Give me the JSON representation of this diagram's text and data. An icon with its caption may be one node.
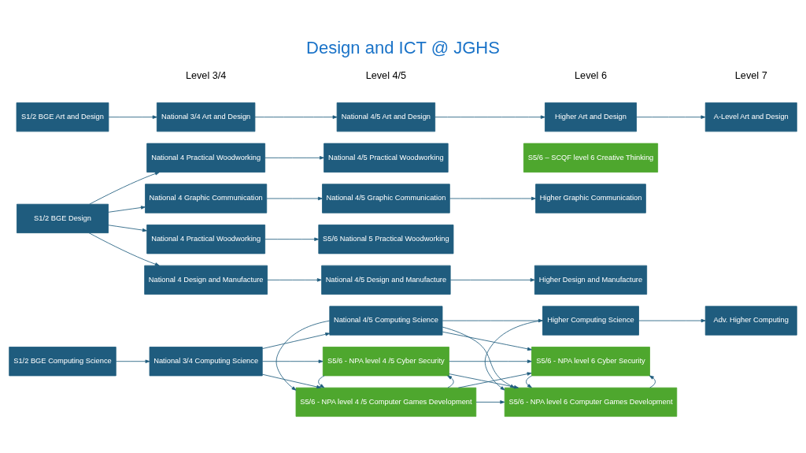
{
  "diagram": {
    "title": "Design and ICT @ JGHS",
    "nodes": [
      {
        "text": [
          "S1/2 BGE Computing Science"
        ]
      },
      {
        "text": [
          "National 3/4 Computing Science"
        ]
      },
      {
        "text": [
          "National 4/5 Computing Science"
        ]
      },
      {
        "text": [
          "Higher Computing Science"
        ]
      },
      {
        "text": [
          "Adv. Higher Computing"
        ]
      },
      {
        "text": [
          "S5/6 - NPA level 4 /5 Computer Games Development"
        ]
      },
      {
        "text": [
          "S5/6 - NPA level 6 Computer Games Development"
        ]
      },
      {
        "text": [
          "S5/6 - NPA level 4 /5 Cyber Security"
        ]
      },
      {
        "text": [
          "S5/6 - NPA level 6 Cyber Security"
        ]
      },
      {
        "text": [
          "S1/2 BGE Design"
        ]
      },
      {
        "text": [
          "National 4 Practical Woodworking"
        ]
      },
      {
        "text": [
          "National 4/5 Practical Woodworking"
        ]
      },
      {
        "text": [
          "National 4 Graphic Communication"
        ]
      },
      {
        "text": [
          "National 4/5 Graphic Communication"
        ]
      },
      {
        "text": [
          "Higher Graphic Communication"
        ]
      },
      {
        "text": [
          "National 4 Practical Woodworking"
        ]
      },
      {
        "text": [
          "S5/6 National 5 Practical Woodworking"
        ]
      },
      {
        "text": [
          "S5/6 – SCQF level 6 Creative Thinking"
        ]
      },
      {
        "text": [
          "National 4 Design and Manufacture"
        ]
      },
      {
        "text": [
          "National 4/5 Design and Manufacture"
        ]
      },
      {
        "text": [
          "Higher Design and Manufacture"
        ]
      },
      {
        "text": [
          "S1/2 BGE Art and Design"
        ]
      },
      {
        "text": [
          "National 3/4 Art and Design"
        ]
      },
      {
        "text": [
          "National 4/5 Art and Design"
        ]
      },
      {
        "text": [
          "Higher Art and Design"
        ]
      },
      {
        "text": [
          "A-Level Art and Design"
        ]
      }
    ],
    "edges": [
      {
        "from": 0,
        "to": 1,
        "arrow": "to"
      },
      {
        "from": 1,
        "to": 2,
        "arrow": "to"
      },
      {
        "from": 2,
        "to": 3,
        "arrow": "to"
      },
      {
        "from": 3,
        "to": 4,
        "arrow": "to"
      },
      {
        "from": 1,
        "to": 5,
        "arrow": "to"
      },
      {
        "from": 1,
        "to": 7,
        "arrow": "to"
      },
      {
        "from": 2,
        "to": 5,
        "arrow": "to"
      },
      {
        "from": 3,
        "to": 6,
        "arrow": "to"
      },
      {
        "from": 2,
        "to": 6,
        "arrow": "to"
      },
      {
        "from": 2,
        "to": 8,
        "arrow": "to"
      },
      {
        "from": 5,
        "to": 6,
        "arrow": "to"
      },
      {
        "from": 5,
        "to": 8,
        "arrow": "to"
      },
      {
        "from": 7,
        "to": 6,
        "arrow": "to"
      },
      {
        "from": 7,
        "to": 8,
        "arrow": "to"
      },
      {
        "from": 5,
        "to": 7,
        "arrow": "to"
      },
      {
        "from": 7,
        "to": 5,
        "arrow": "to"
      },
      {
        "from": 6,
        "to": 8,
        "arrow": "to"
      },
      {
        "from": 8,
        "to": 6,
        "arrow": "to"
      },
      {
        "from": 9,
        "to": 10,
        "arrow": "to"
      },
      {
        "from": 9,
        "to": 12,
        "arrow": "to"
      },
      {
        "from": 9,
        "to": 15,
        "arrow": "to"
      },
      {
        "from": 9,
        "to": 18,
        "arrow": "to"
      },
      {
        "from": 10,
        "to": 11,
        "arrow": "to"
      },
      {
        "from": 12,
        "to": 13,
        "arrow": "to"
      },
      {
        "from": 13,
        "to": 14,
        "arrow": "to"
      },
      {
        "from": 15,
        "to": 16,
        "arrow": "to"
      },
      {
        "from": 18,
        "to": 19,
        "arrow": "to"
      },
      {
        "from": 19,
        "to": 20,
        "arrow": "to"
      },
      {
        "from": 21,
        "to": 22,
        "arrow": "to"
      },
      {
        "from": 22,
        "to": 23,
        "arrow": "to"
      },
      {
        "from": 23,
        "to": 24,
        "arrow": "to"
      },
      {
        "from": 24,
        "to": 25,
        "arrow": "to"
      }
    ],
    "labels": [
      "Level 3/4",
      "Level 4/5",
      "Level 6",
      "Level 7"
    ]
  }
}
